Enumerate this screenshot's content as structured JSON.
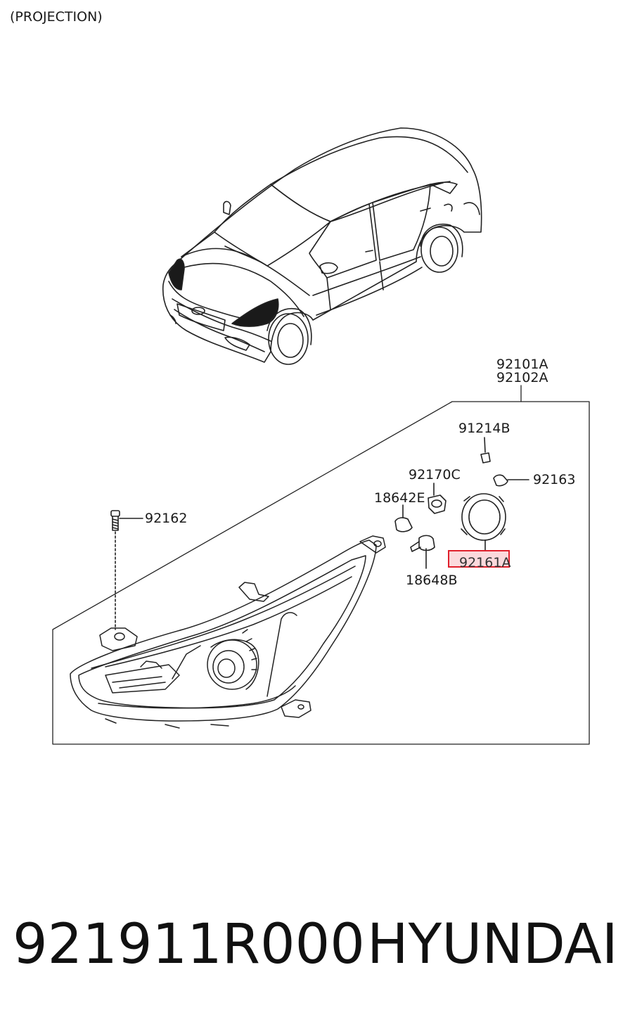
{
  "header": {
    "variant": "(PROJECTION)"
  },
  "callouts": {
    "assembly_1": "92101A",
    "assembly_2": "92102A",
    "cap": "91214B",
    "bulb_wedge": "92163",
    "socket": "92170C",
    "bulb_small": "18642E",
    "screw": "92162",
    "cover_ring": "92161A",
    "bulb_main": "18648B"
  },
  "highlight": {
    "part": "92161A",
    "color": "#e0202c"
  },
  "footer": {
    "part_number": "921911R000",
    "brand": "HYUNDAI"
  },
  "icons": [
    "car-illustration-icon",
    "headlamp-assembly-icon",
    "screw-icon",
    "bulb-icon",
    "socket-icon",
    "cover-ring-icon",
    "cap-icon"
  ]
}
